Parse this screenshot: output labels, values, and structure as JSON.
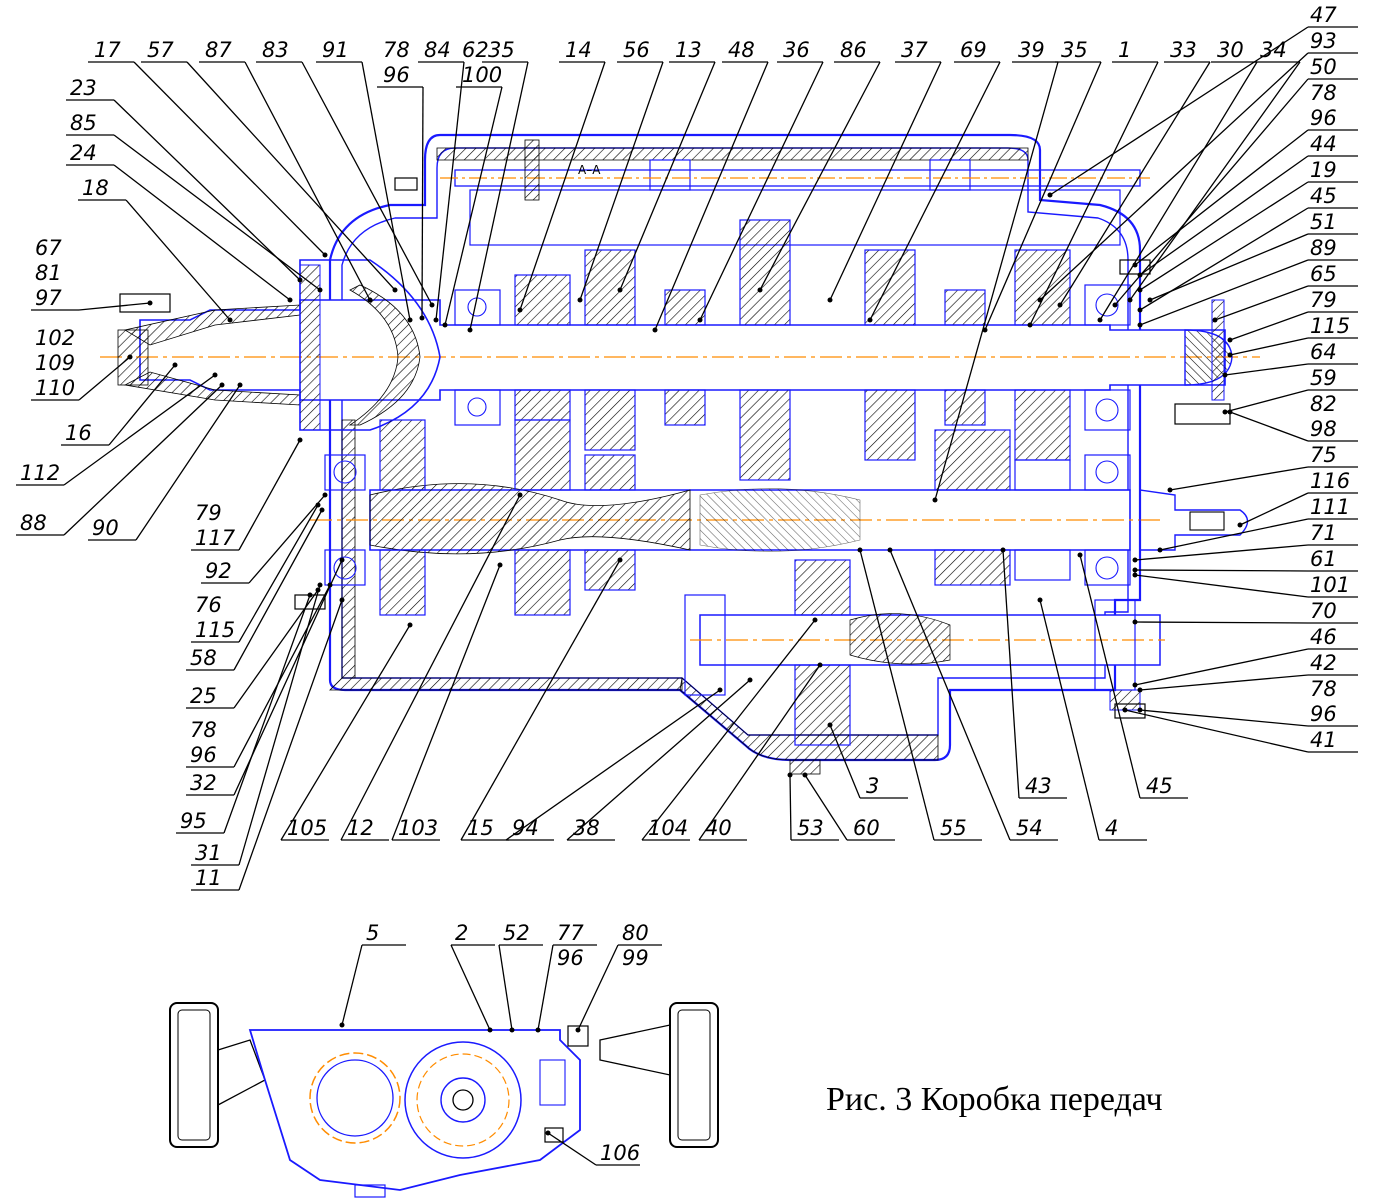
{
  "caption": "Рис. 3 Коробка передач",
  "section_mark": "А–А",
  "callouts": {
    "top": [
      [
        "17"
      ],
      [
        "57"
      ],
      [
        "87"
      ],
      [
        "83"
      ],
      [
        "91"
      ],
      [
        "78",
        "96"
      ],
      [
        "84"
      ],
      [
        "62",
        "100"
      ],
      [
        "35"
      ],
      [
        "14"
      ],
      [
        "56"
      ],
      [
        "13"
      ],
      [
        "48"
      ],
      [
        "36"
      ],
      [
        "86"
      ],
      [
        "37"
      ],
      [
        "69"
      ],
      [
        "39"
      ],
      [
        "35"
      ],
      [
        "1"
      ],
      [
        "33"
      ],
      [
        "30"
      ],
      [
        "34"
      ]
    ],
    "right": [
      [
        "47"
      ],
      [
        "93"
      ],
      [
        "50"
      ],
      [
        "78",
        "96"
      ],
      [
        "44"
      ],
      [
        "19"
      ],
      [
        "45"
      ],
      [
        "51"
      ],
      [
        "89"
      ],
      [
        "65"
      ],
      [
        "79"
      ],
      [
        "115"
      ],
      [
        "64"
      ],
      [
        "59"
      ],
      [
        "82",
        "98"
      ],
      [
        "75"
      ],
      [
        "116"
      ],
      [
        "111"
      ],
      [
        "71"
      ],
      [
        "61"
      ],
      [
        "101"
      ],
      [
        "70"
      ],
      [
        "46"
      ],
      [
        "42"
      ],
      [
        "78",
        "96"
      ],
      [
        "41"
      ]
    ],
    "left": [
      [
        "23"
      ],
      [
        "85"
      ],
      [
        "24"
      ],
      [
        "18"
      ],
      [
        "67",
        "81",
        "97"
      ],
      [
        "102",
        "109",
        "110"
      ],
      [
        "16"
      ],
      [
        "112"
      ],
      [
        "88"
      ],
      [
        "90"
      ],
      [
        "79",
        "117"
      ],
      [
        "92"
      ],
      [
        "76",
        "115"
      ],
      [
        "58"
      ],
      [
        "25"
      ],
      [
        "78",
        "96"
      ],
      [
        "32"
      ],
      [
        "95"
      ],
      [
        "31"
      ],
      [
        "11"
      ]
    ],
    "bottom": [
      [
        "105"
      ],
      [
        "12"
      ],
      [
        "103"
      ],
      [
        "15"
      ],
      [
        "94"
      ],
      [
        "38"
      ],
      [
        "104"
      ],
      [
        "40"
      ],
      [
        "53"
      ],
      [
        "60"
      ],
      [
        "3"
      ],
      [
        "55"
      ],
      [
        "54"
      ],
      [
        "43"
      ],
      [
        "4"
      ],
      [
        "45"
      ]
    ],
    "lower_view": [
      [
        "5"
      ],
      [
        "2"
      ],
      [
        "52"
      ],
      [
        "77",
        "96"
      ],
      [
        "80",
        "99"
      ],
      [
        "106"
      ]
    ]
  }
}
